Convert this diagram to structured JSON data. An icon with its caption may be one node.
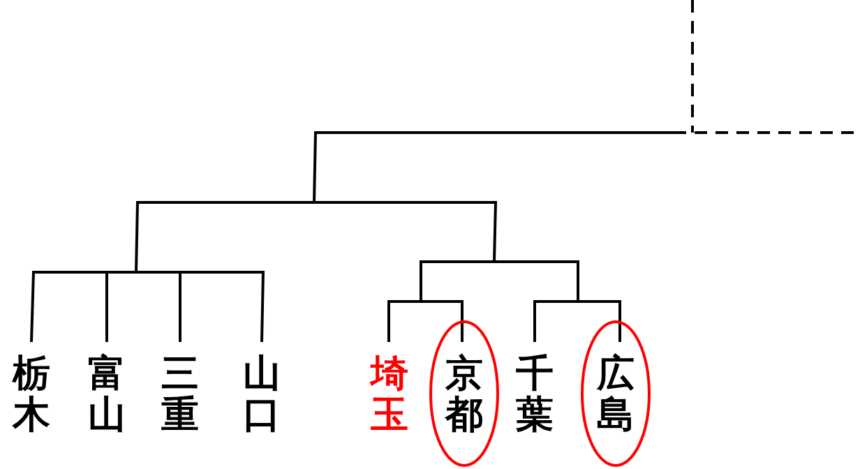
{
  "diagram": {
    "nodes": [
      {
        "text": [
          "栃木"
        ]
      },
      {
        "text": [
          "富山"
        ]
      },
      {
        "text": [
          "三重"
        ]
      },
      {
        "text": [
          "山口"
        ]
      },
      {
        "text": [
          "埼玉"
        ]
      },
      {
        "text": [],
        "shape": "circle"
      },
      {
        "text": [
          "京都"
        ],
        "in": 5
      },
      {
        "text": [
          "千葉"
        ]
      },
      {
        "text": [],
        "shape": "circle"
      },
      {
        "text": [
          "広島"
        ],
        "in": 8
      }
    ]
  }
}
